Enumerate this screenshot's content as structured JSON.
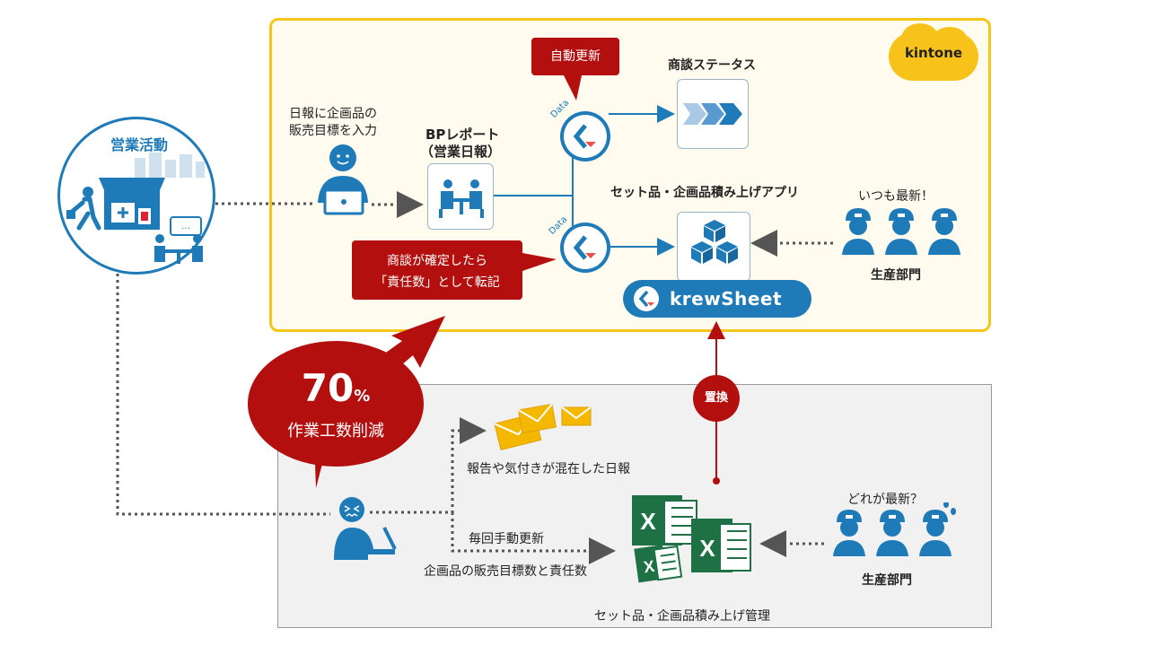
{
  "sales": {
    "title": "営業活動"
  },
  "kintone": {
    "logo": "kintone"
  },
  "daily_input": {
    "line1": "日報に企画品の",
    "line2": "販売目標を入力"
  },
  "bp_report": {
    "line1": "BPレポート",
    "line2": "（営業日報）"
  },
  "auto_update": {
    "label": "自動更新"
  },
  "deal_status": {
    "label": "商談ステータス"
  },
  "set_app": {
    "label": "セット品・企画品積み上げアプリ"
  },
  "always_latest": {
    "label": "いつも最新！"
  },
  "production_top": {
    "label": "生産部門"
  },
  "deal_confirm": {
    "line1": "商談が確定したら",
    "line2": "「責任数」として転記"
  },
  "data_badge": {
    "label": "Data"
  },
  "krewsheet": {
    "logo": "krewSheet"
  },
  "reduction": {
    "value": "70",
    "unit": "%",
    "label": "作業工数削減"
  },
  "replace": {
    "label": "置換"
  },
  "mixed_reports": {
    "label": "報告や気付きが混在した日報"
  },
  "manual_update": {
    "label": "毎回手動更新"
  },
  "sales_target": {
    "label": "企画品の販売目標数と責任数"
  },
  "which_latest": {
    "label": "どれが最新？"
  },
  "production_bottom": {
    "label": "生産部門"
  },
  "set_manage": {
    "label": "セット品・企画品積み上げ管理"
  },
  "colors": {
    "kintone_border": "#f5c518",
    "accent_red": "#b30f0f",
    "accent_blue": "#1f7ab8",
    "excel_green": "#1e7145"
  }
}
